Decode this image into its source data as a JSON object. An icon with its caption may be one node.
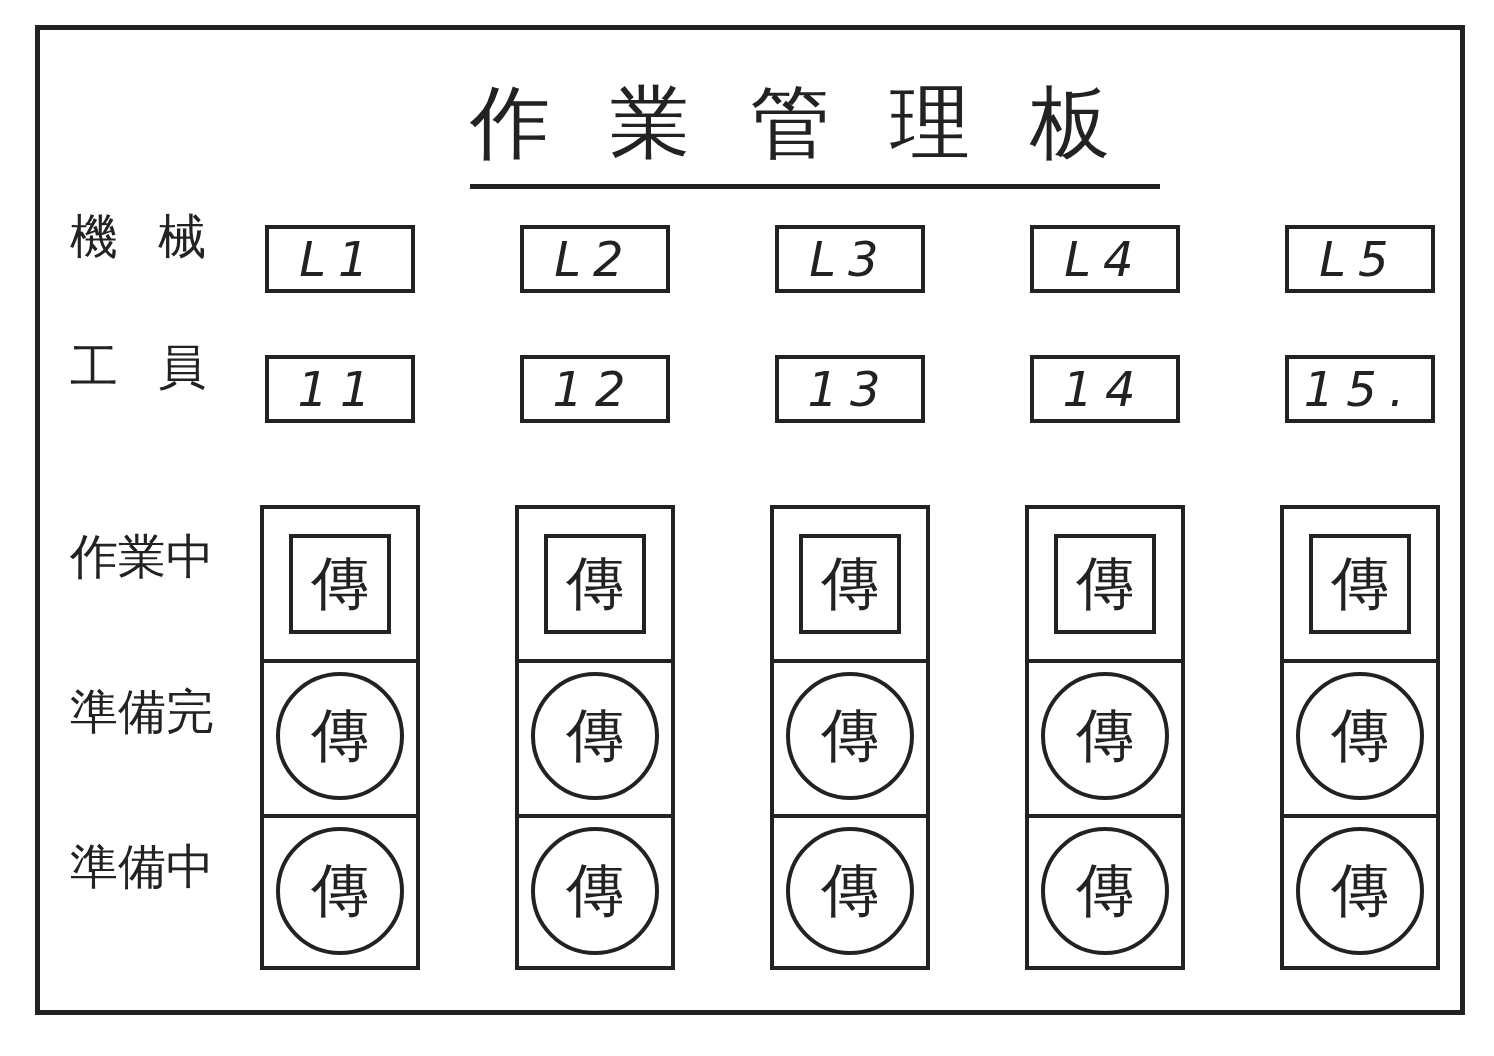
{
  "diagram": {
    "nodes": [
      {
        "text": [
          "作業管理板"
        ]
      },
      {
        "text": [
          "L1"
        ],
        "in": 0
      },
      {
        "text": [
          "L2"
        ],
        "in": 0
      },
      {
        "text": [
          "L3"
        ],
        "in": 0
      },
      {
        "text": [
          "L4"
        ],
        "in": 0
      },
      {
        "text": [
          "L5"
        ],
        "in": 0
      },
      {
        "text": [
          "11"
        ],
        "in": 0
      },
      {
        "text": [
          "12"
        ],
        "in": 0
      },
      {
        "text": [
          "13"
        ],
        "in": 0
      },
      {
        "text": [
          "14"
        ],
        "in": 0
      },
      {
        "text": [
          "15."
        ],
        "in": 0
      },
      {
        "text": [],
        "shape": "box",
        "in": 0
      },
      {
        "text": [
          "傳"
        ],
        "in": 11
      },
      {
        "text": [
          "傳"
        ],
        "in": 11
      },
      {
        "text": [
          "傳"
        ],
        "in": 11
      },
      {
        "text": [],
        "shape": "box",
        "in": 0
      },
      {
        "text": [
          "傳"
        ],
        "in": 15
      },
      {
        "text": [
          "傳"
        ],
        "in": 15
      },
      {
        "text": [
          "傳"
        ],
        "in": 15
      },
      {
        "text": [],
        "shape": "box",
        "in": 0
      },
      {
        "text": [
          "傳"
        ],
        "in": 19
      },
      {
        "text": [
          "傳"
        ],
        "in": 19
      },
      {
        "text": [
          "傳"
        ],
        "in": 19
      },
      {
        "text": [],
        "shape": "box",
        "in": 0
      },
      {
        "text": [
          "傳"
        ],
        "in": 23
      },
      {
        "text": [
          "傳"
        ],
        "in": 23
      },
      {
        "text": [
          "傳"
        ],
        "in": 23
      },
      {
        "text": [],
        "shape": "box",
        "in": 0
      },
      {
        "text": [
          "傳"
        ],
        "in": 27
      },
      {
        "text": [
          "傳"
        ],
        "in": 27
      },
      {
        "text": [
          "傳"
        ],
        "in": 27
      }
    ],
    "labels": [
      "機械",
      "工員",
      "作業中",
      "準備完",
      "準備中"
    ]
  }
}
